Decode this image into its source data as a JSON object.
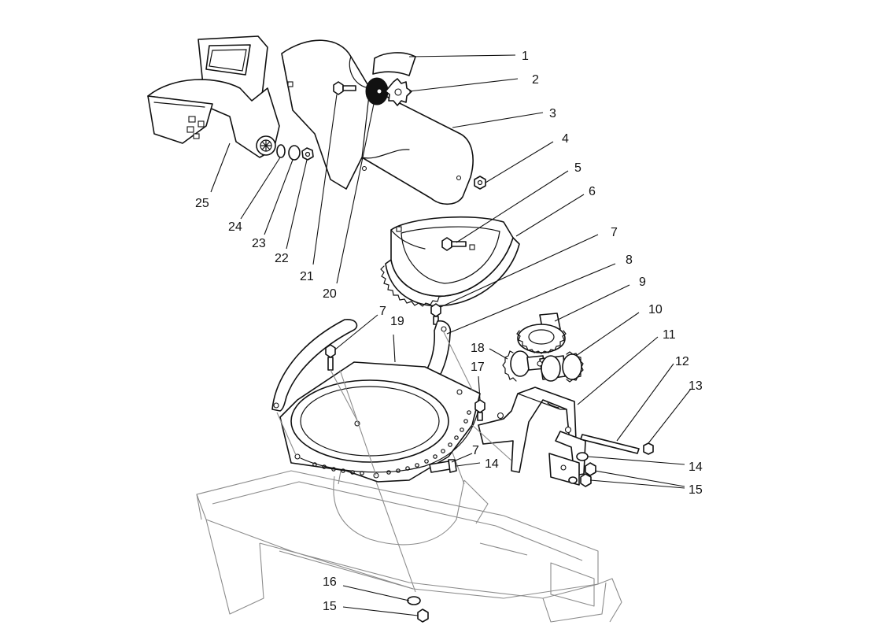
{
  "callouts": [
    {
      "id": "1",
      "label": "1"
    },
    {
      "id": "2",
      "label": "2"
    },
    {
      "id": "3",
      "label": "3"
    },
    {
      "id": "4",
      "label": "4"
    },
    {
      "id": "5",
      "label": "5"
    },
    {
      "id": "6",
      "label": "6"
    },
    {
      "id": "7a",
      "label": "7"
    },
    {
      "id": "8",
      "label": "8"
    },
    {
      "id": "9",
      "label": "9"
    },
    {
      "id": "10",
      "label": "10"
    },
    {
      "id": "11",
      "label": "11"
    },
    {
      "id": "12",
      "label": "12"
    },
    {
      "id": "13",
      "label": "13"
    },
    {
      "id": "14a",
      "label": "14"
    },
    {
      "id": "15a",
      "label": "15"
    },
    {
      "id": "7b",
      "label": "7"
    },
    {
      "id": "19",
      "label": "19"
    },
    {
      "id": "18",
      "label": "18"
    },
    {
      "id": "17",
      "label": "17"
    },
    {
      "id": "7c",
      "label": "7"
    },
    {
      "id": "14b",
      "label": "14"
    },
    {
      "id": "16",
      "label": "16"
    },
    {
      "id": "15b",
      "label": "15"
    },
    {
      "id": "25",
      "label": "25"
    },
    {
      "id": "24",
      "label": "24"
    },
    {
      "id": "23",
      "label": "23"
    },
    {
      "id": "22",
      "label": "22"
    },
    {
      "id": "21",
      "label": "21"
    },
    {
      "id": "20",
      "label": "20"
    }
  ]
}
